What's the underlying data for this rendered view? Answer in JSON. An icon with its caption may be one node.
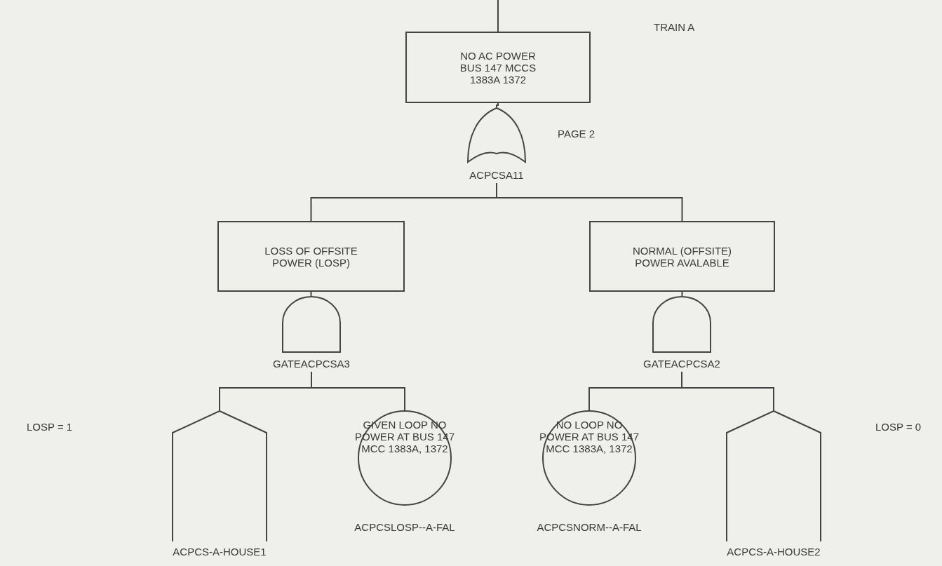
{
  "diagram": {
    "nodes": [
      {
        "text": [
          "NO AC POWER BUS 147 MCCS 1383A 1372"
        ]
      },
      {
        "text": [
          "ACPCSA11"
        ]
      },
      {
        "text": [
          "LOSS OF OFFSITE POWER (LOSP)"
        ]
      },
      {
        "text": [
          "NORMAL (OFFSITE) POWER AVALABLE"
        ]
      },
      {
        "text": [
          "GATEACPCSA3"
        ]
      },
      {
        "text": [
          "GATEACPCSA2"
        ]
      },
      {
        "text": [
          "ACPCS-A-HOUSE1"
        ]
      },
      {
        "text": [
          "GIVEN LOOP NO POWER AT BUS 147 MCC 1383A, 1372",
          "ACPCSLOSP--A-FAL"
        ]
      },
      {
        "text": [
          "NO LOOP NO POWER AT BUS 147 MCC 1383A, 1372",
          "ACPCSNORM--A-FAL"
        ]
      },
      {
        "text": [
          "ACPCS-A-HOUSE2"
        ]
      }
    ],
    "edges": [
      {
        "from": null,
        "to": 0,
        "arrow": "none"
      },
      {
        "from": 1,
        "to": 0,
        "arrow": "none"
      },
      {
        "from": 1,
        "to": 2,
        "arrow": "none"
      },
      {
        "from": 1,
        "to": 3,
        "arrow": "none"
      },
      {
        "from": 4,
        "to": 2,
        "arrow": "none"
      },
      {
        "from": 5,
        "to": 3,
        "arrow": "none"
      },
      {
        "from": 4,
        "to": 6,
        "arrow": "none"
      },
      {
        "from": 4,
        "to": 7,
        "arrow": "none"
      },
      {
        "from": 5,
        "to": 8,
        "arrow": "none"
      },
      {
        "from": 5,
        "to": 9,
        "arrow": "none"
      }
    ],
    "labels": [
      "TRAIN A",
      "PAGE 2",
      "LOSP = 1",
      "LOSP = 0"
    ]
  }
}
